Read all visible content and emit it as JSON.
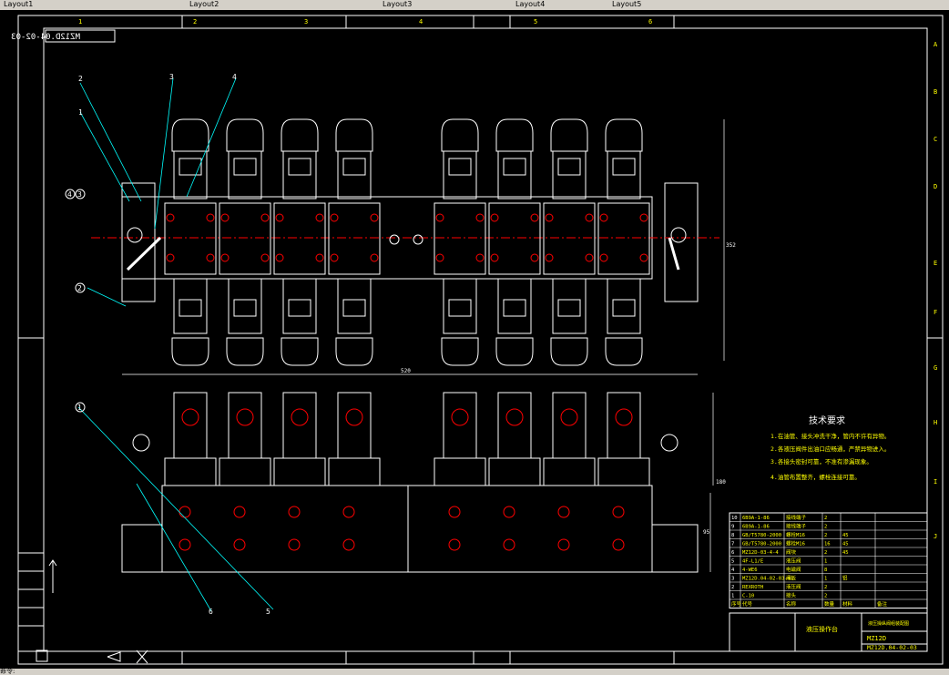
{
  "drawing": {
    "id_box": "MZ12D.04-02-03",
    "zone_letters": [
      "A",
      "B",
      "C",
      "D",
      "E",
      "F",
      "G",
      "H",
      "I",
      "J"
    ],
    "zone_numbers": [
      "1",
      "2",
      "3",
      "4",
      "5",
      "6"
    ],
    "balloons": [
      "2",
      "1",
      "3",
      "4",
      "4",
      "3",
      "2",
      "1",
      "6",
      "5"
    ],
    "dims": {
      "width": "520",
      "height": "352",
      "h2": "180",
      "h3": "95"
    }
  },
  "notes": {
    "title": "技术要求",
    "lines": [
      "1.在油管、接头冲洗干净，管内不许有异物。",
      "2.各液压阀件出油口应畅通，严禁异物进入。",
      "3.各接头密封可靠，不准有渗漏现象。",
      "4.油管布置整齐，螺栓连接可靠。"
    ]
  },
  "bom": {
    "rows": [
      [
        "10",
        "6B9A-1-86",
        "接线端子",
        "2",
        "",
        ""
      ],
      [
        "9",
        "6B9A-1-86",
        "接线端子",
        "2",
        "",
        ""
      ],
      [
        "8",
        "GB/T5780-2000",
        "螺栓M16",
        "2",
        "45",
        ""
      ],
      [
        "7",
        "GB/T5780-2000",
        "螺栓M16",
        "16",
        "45",
        ""
      ],
      [
        "6",
        "MZ12D-03-4-4",
        "阀块",
        "2",
        "45",
        ""
      ],
      [
        "5",
        "4F-L1/E",
        "液压阀",
        "1",
        "",
        ""
      ],
      [
        "4",
        "4-WE6",
        "电磁阀",
        "8",
        "",
        ""
      ],
      [
        "3",
        "MZ12D.04-02-03-01",
        "阀板",
        "1",
        "铝",
        ""
      ],
      [
        "2",
        "REXROTH",
        "液压阀",
        "2",
        "",
        ""
      ],
      [
        "1",
        "C-10",
        "接头",
        "2",
        "",
        ""
      ]
    ],
    "header": [
      "序号",
      "代号",
      "名称",
      "数量",
      "材料",
      "备注"
    ],
    "part_title": "液压操作台",
    "part_code": "MZ12D",
    "drawing_no": "MZ12D.04-02-03",
    "company": "液压操纵阀组装配图"
  },
  "tabs": [
    "Layout1",
    "Layout2",
    "Layout3",
    "Layout4",
    "Layout5"
  ],
  "status": "命令: "
}
